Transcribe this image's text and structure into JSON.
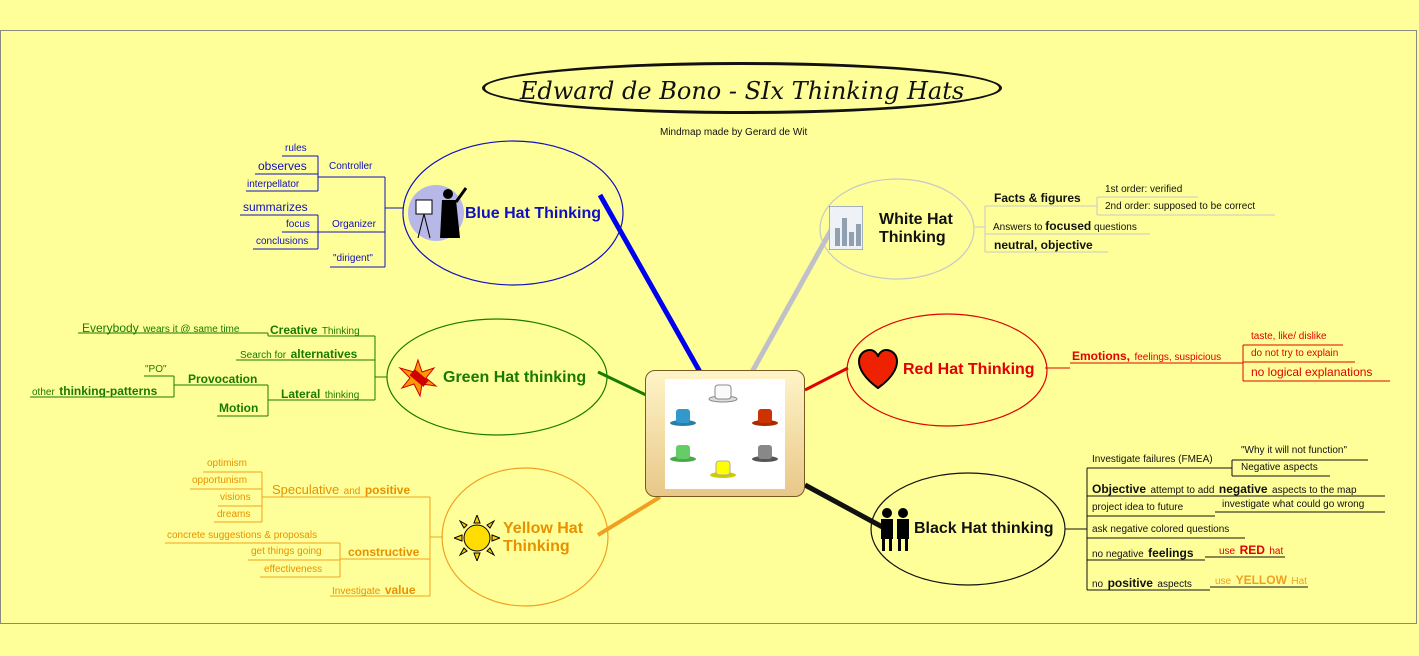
{
  "title": "Edward de Bono - SIx Thinking Hats",
  "subtitle": "Mindmap made by Gerard de Wit",
  "colors": {
    "background": "#ffff99",
    "blue": "#1010c0",
    "green": "#1a7a00",
    "yellow": "#e89000",
    "red": "#e00000",
    "black": "#111111",
    "white": "#c0c0c0"
  },
  "center_image": {
    "hat_colors": [
      "#ffffff",
      "#3399cc",
      "#cc3300",
      "#66cc66",
      "#777777",
      "#ffff00"
    ]
  },
  "blue": {
    "name_line1": "Blue Hat Thinking",
    "icon": "conductor-icon",
    "controller": "Controller",
    "rules": "rules",
    "observes": "observes",
    "interpellator": "interpellator",
    "organizer": "Organizer",
    "summarizes": "summarizes",
    "focus": "focus",
    "conclusions": "conclusions",
    "dirigent": "\"dirigent\""
  },
  "white": {
    "name_line1": "White Hat",
    "name_line2": "Thinking",
    "icon": "bar-chart-icon",
    "facts": "Facts & figures",
    "first_order": "1st order: verified",
    "second_order": "2nd order: supposed to be correct",
    "answers_pre": "Answers to",
    "answers_focused": "focused",
    "answers_post": "questions",
    "neutral": "neutral, objective"
  },
  "green": {
    "name_line1": "Green Hat thinking",
    "icon": "firecracker-icon",
    "everybody": "Everybody",
    "wears": "wears it @ same time",
    "creative": "Creative",
    "creative_thinking": "Thinking",
    "search_for": "Search for",
    "alternatives": "alternatives",
    "po": "\"PO\"",
    "provocation": "Provocation",
    "other": "other",
    "thinking_patterns": "thinking-patterns",
    "lateral": "Lateral",
    "lateral_thinking": "thinking",
    "motion": "Motion"
  },
  "red": {
    "name_line1": "Red Hat Thinking",
    "icon": "heart-icon",
    "emotions": "Emotions,",
    "feelings_suspicious": "feelings, suspicious",
    "taste": "taste, like/ dislike",
    "do_not": "do not try to explain",
    "no_logical": "no logical explanations"
  },
  "yellow": {
    "name_line1": "Yellow Hat",
    "name_line2": "Thinking",
    "icon": "sun-icon",
    "optimism": "optimism",
    "opportunism": "opportunism",
    "visions": "visions",
    "dreams": "dreams",
    "speculative": "Speculative",
    "and": "and",
    "positive": "positive",
    "concrete": "concrete suggestions & proposals",
    "get_things": "get things going",
    "effectiveness": "effectiveness",
    "constructive": "constructive",
    "investigate": "Investigate",
    "value": "value"
  },
  "black": {
    "name_line1": "Black Hat thinking",
    "icon": "judges-icon",
    "investigate_failures": "Investigate failures (FMEA)",
    "why_not": "\"Why it will not function\"",
    "negative_aspects": "Negative aspects",
    "objective": "Objective",
    "attempt": "attempt to add",
    "negative": "negative",
    "aspects_to_map": "aspects to the map",
    "project_idea": "project idea to future",
    "investigate_wrong": "investigate what could go wrong",
    "ask_negative": "ask negative colored questions",
    "no_negative": "no negative",
    "feelings": "feelings",
    "use1": "use",
    "red_word": "RED",
    "hat1": "hat",
    "no": "no",
    "positive": "positive",
    "aspects": "aspects",
    "use2": "use",
    "yellow_word": "YELLOW",
    "hat2": "Hat"
  }
}
